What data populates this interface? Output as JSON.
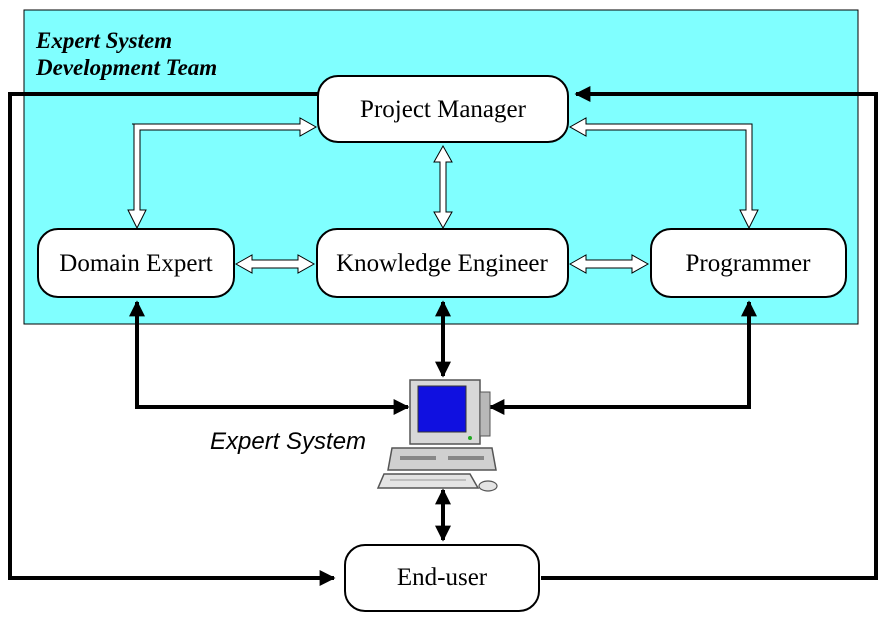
{
  "team": {
    "title_line1": "Expert System",
    "title_line2": "Development Team"
  },
  "nodes": {
    "project_manager": "Project Manager",
    "domain_expert": "Domain Expert",
    "knowledge_engineer": "Knowledge Engineer",
    "programmer": "Programmer",
    "end_user": "End-user"
  },
  "system": {
    "label": "Expert System",
    "icon": "computer-icon"
  },
  "colors": {
    "team_fill": "#80ffff",
    "node_fill": "#ffffff",
    "screen": "#1010e0",
    "line": "#000000"
  }
}
